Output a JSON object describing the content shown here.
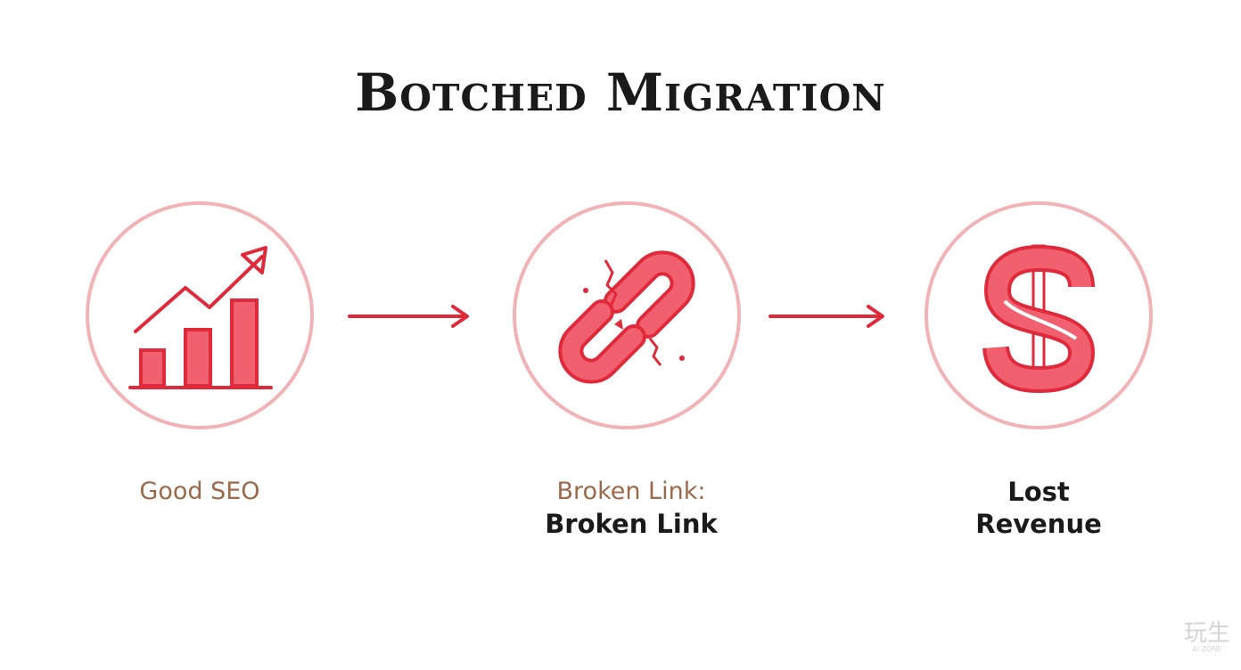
{
  "title": "Botched Migration",
  "colors": {
    "accent_red": "#e0293a",
    "fill_red": "#f0606e",
    "circle_border": "#f2b3b7",
    "label_brown": "#9a6a4a",
    "text_dark": "#1a1a1a"
  },
  "steps": [
    {
      "icon": "growth-chart-icon",
      "label_lines": [
        "Good SEO"
      ]
    },
    {
      "icon": "broken-link-icon",
      "label_light": "Broken Link:",
      "label_bold": "Broken Link"
    },
    {
      "icon": "dollar-sign-icon",
      "label_bold_lines": [
        "Lost",
        "Revenue"
      ]
    }
  ],
  "watermark": {
    "main": "玩生",
    "sub": "AI ZONE"
  }
}
